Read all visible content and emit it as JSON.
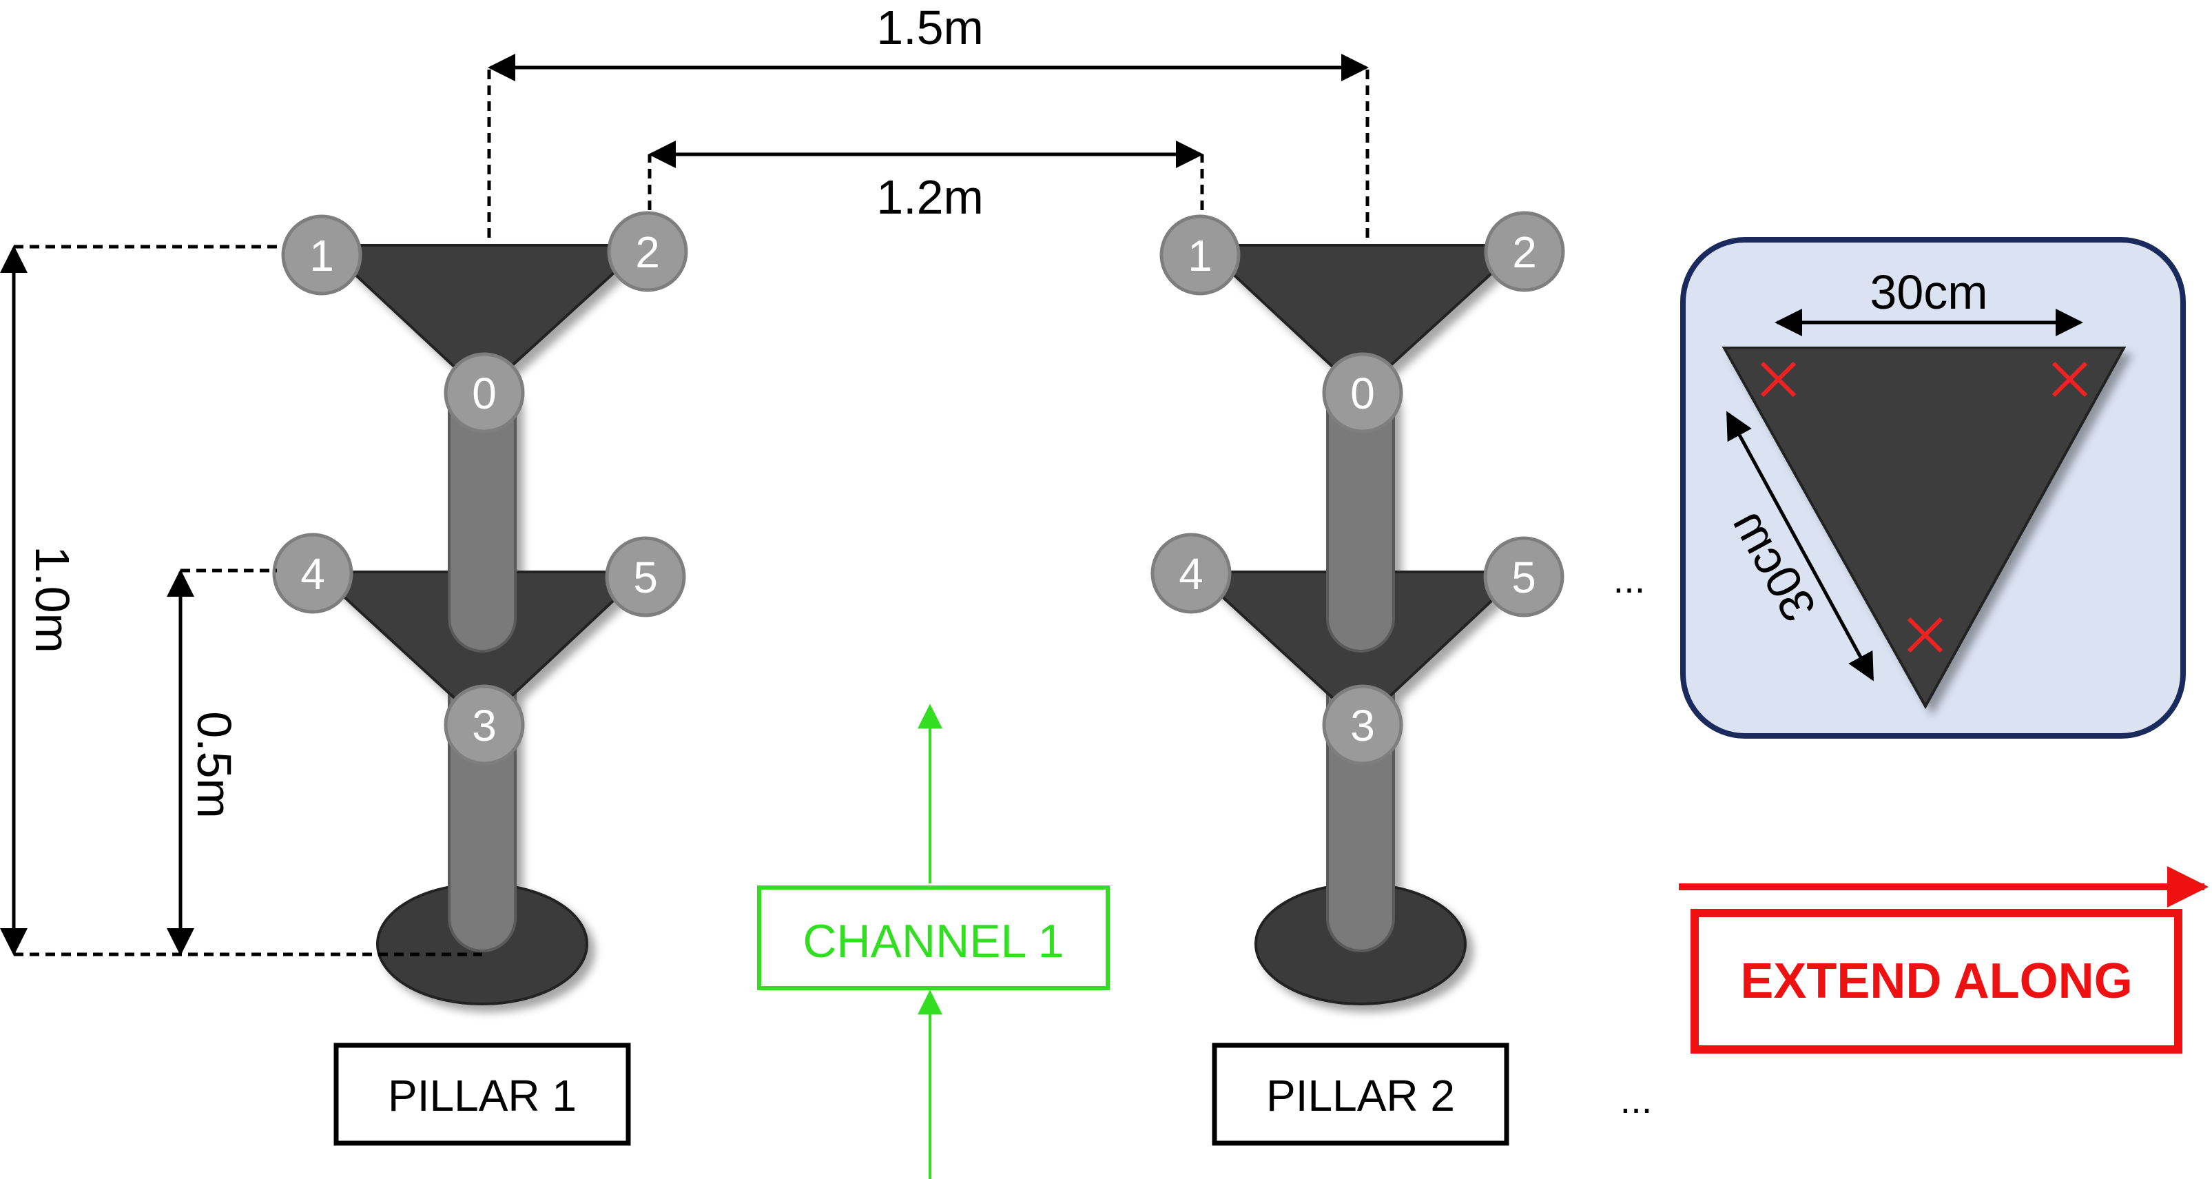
{
  "dimensions": {
    "outer_span": "1.5m",
    "inner_span": "1.2m",
    "total_height": "1.0m",
    "lower_height": "0.5m"
  },
  "pillars": [
    {
      "label": "PILLAR 1",
      "nodes": [
        "0",
        "1",
        "2",
        "3",
        "4",
        "5"
      ]
    },
    {
      "label": "PILLAR 2",
      "nodes": [
        "0",
        "1",
        "2",
        "3",
        "4",
        "5"
      ]
    }
  ],
  "channel": {
    "label": "CHANNEL 1",
    "color": "#33dd22"
  },
  "extend": {
    "label": "EXTEND ALONG",
    "color": "#ee1111"
  },
  "inset": {
    "top_width": "30cm",
    "side_length": "30cm",
    "background": "#dbe3f3",
    "border": "#1b2a5c"
  },
  "continuation": [
    "...",
    "..."
  ],
  "colors": {
    "plate": "#3d3d3d",
    "post": "#7a7a7a",
    "node": "#9a9a9a",
    "node_stroke": "#7e7e7e",
    "base": "#3a3a3a"
  }
}
